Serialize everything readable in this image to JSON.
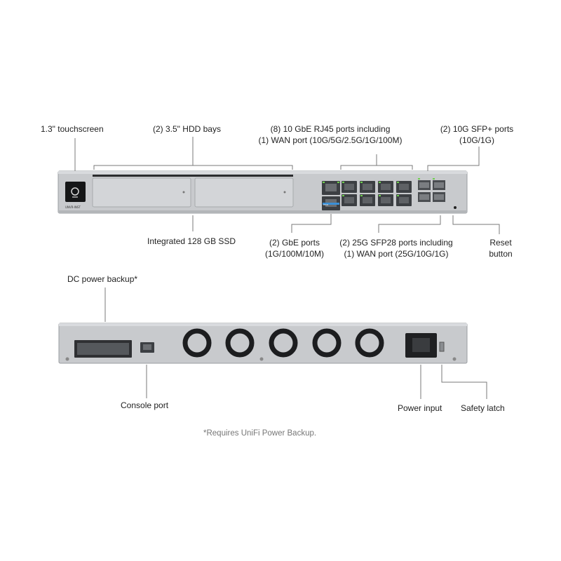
{
  "front_panel": {
    "device_model": "UNVR-INST",
    "port_badge": "WAN",
    "labels": {
      "touchscreen": [
        "1.3\" touchscreen"
      ],
      "hdd_bays": [
        "(2) 3.5\" HDD bays"
      ],
      "rj45_ports": [
        "(8) 10 GbE RJ45 ports including",
        "(1) WAN port (10G/5G/2.5G/1G/100M)"
      ],
      "sfp_plus_ports": [
        "(2) 10G SFP+ ports",
        "(10G/1G)"
      ],
      "ssd": [
        "Integrated 128 GB SSD"
      ],
      "gbe_ports": [
        "(2) GbE ports",
        "(1G/100M/10M)"
      ],
      "sfp28_ports": [
        "(2) 25G SFP28 ports including",
        "(1) WAN port (25G/10G/1G)"
      ],
      "reset_button": [
        "Reset",
        "button"
      ]
    }
  },
  "rear_panel": {
    "labels": {
      "dc_power_backup": [
        "DC power backup*"
      ],
      "console_port": [
        "Console port"
      ],
      "power_input": [
        "Power input"
      ],
      "safety_latch": [
        "Safety latch"
      ]
    }
  },
  "footnote": "*Requires UniFi Power Backup.",
  "colors": {
    "chassis": "#c9cbce",
    "chassis_edge": "#9a9da1",
    "bay": "#d3d5d8",
    "port": "#3c3f43",
    "led_green": "#6ccf4c",
    "led_blue": "#3a8fd6",
    "leader_line": "#7a7a7a",
    "fan": "#1c1d1f"
  }
}
